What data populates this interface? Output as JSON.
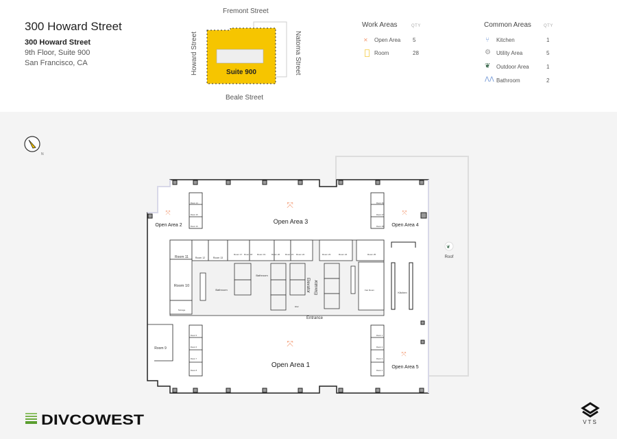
{
  "building": {
    "title": "300 Howard Street",
    "address_name": "300 Howard Street",
    "suite_line": "9th Floor, Suite 900",
    "city": "San Francisco, CA"
  },
  "keyplan": {
    "north": "Fremont Street",
    "south": "Beale Street",
    "west": "Howard Street",
    "east": "Natoma Street",
    "suite": "Suite 900",
    "highlight_color": "#f6c500"
  },
  "legend": {
    "work": {
      "title": "Work Areas",
      "qty_label": "QTY",
      "items": [
        {
          "label": "Open Area",
          "qty": "5",
          "icon": "expand-arrows-icon",
          "color": "#f39a73"
        },
        {
          "label": "Room",
          "qty": "28",
          "icon": "door-rectangle-icon",
          "color": "#f6c500"
        }
      ]
    },
    "common": {
      "title": "Common Areas",
      "qty_label": "QTY",
      "items": [
        {
          "label": "Kitchen",
          "qty": "1",
          "icon": "utensils-icon",
          "color": "#7b9ed8"
        },
        {
          "label": "Utility Area",
          "qty": "5",
          "icon": "gear-icon",
          "color": "#999999"
        },
        {
          "label": "Outdoor Area",
          "qty": "1",
          "icon": "leaf-icon",
          "color": "#3d6b4f"
        },
        {
          "label": "Bathroom",
          "qty": "2",
          "icon": "people-icon",
          "color": "#7b9ed8"
        }
      ]
    }
  },
  "plan": {
    "compass": "N",
    "open_areas": [
      "Open Area 1",
      "Open Area 2",
      "Open Area 3",
      "Open Area 4",
      "Open Area 5"
    ],
    "rooms": {
      "r9": "Room 9",
      "r10": "Room 10",
      "r11": "Room 11",
      "r12": "Room 12",
      "r13": "Room 13",
      "r14": "Room 14",
      "r15": "Room 15",
      "r16": "Room 16",
      "r17": "Room 17",
      "r18": "Room 18",
      "r19": "Room 19",
      "r20": "Room 20",
      "r21": "Room 21",
      "r22": "Room 22",
      "r23": "Room 23",
      "r24": "Room 24",
      "r25": "Room 25",
      "r26": "Room 26",
      "r27": "Room 27",
      "r28": "Room 28",
      "r1": "Room 1",
      "r2": "Room 2",
      "r3": "Room 3",
      "r4": "Room 4",
      "r5": "Room 5",
      "r6": "Room 6",
      "r7": "Room 7",
      "r8": "Room 8"
    },
    "bathroom": "Bathroom",
    "kitchen": "Kitchen",
    "roof": "Roof",
    "elevator": "Elevator",
    "entrance": "Entrance",
    "storage": "Storage",
    "fan_room": "Fan Room",
    "elec": "Elec"
  },
  "footer": {
    "brand_left": "DIVCOWEST",
    "brand_right": "VTS",
    "brand_color": "#5a9e2f"
  }
}
